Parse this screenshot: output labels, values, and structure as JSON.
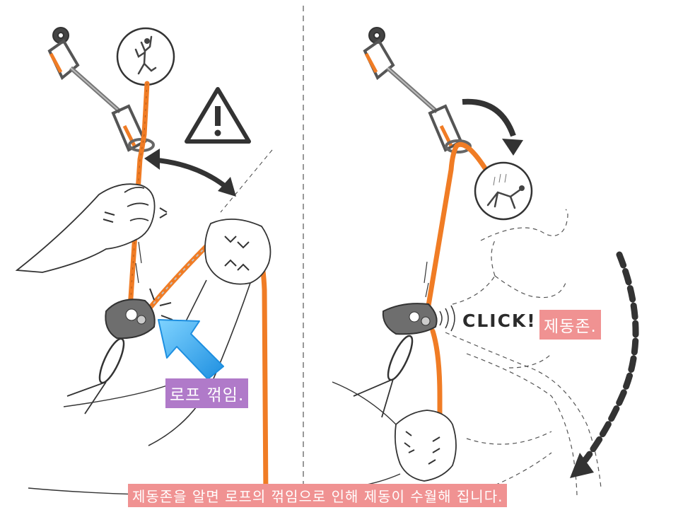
{
  "left_panel": {
    "rope_bend_label": "로프 꺾임."
  },
  "right_panel": {
    "click_label": "CLICK!",
    "braking_zone_label": "제동존."
  },
  "caption": "제동존을 알면 로프의 꺾임으로 인해 제동이 수월해 집니다.",
  "icons": [
    "warning-icon",
    "climber-icon",
    "falling-climber-icon",
    "arrow-icon",
    "quickdraw-icon",
    "belay-device-icon"
  ],
  "colors": {
    "rope": "#f07c25",
    "rope_highlight": "#c0c0c0",
    "bend_label_bg": "#b07ac9",
    "brake_label_bg": "#f09292",
    "arrow_blue": "#29a3e8",
    "arrow_dark": "#333333"
  }
}
